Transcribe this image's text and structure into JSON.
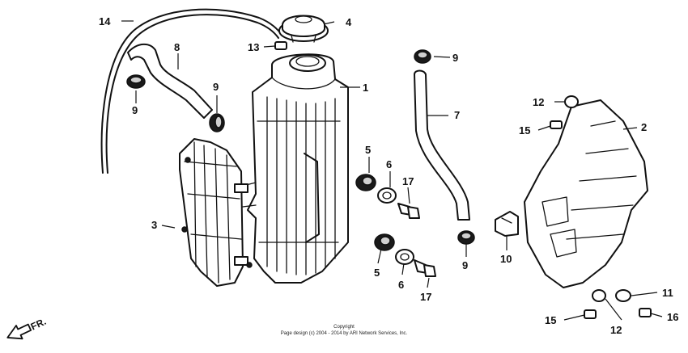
{
  "diagram": {
    "callouts": {
      "c1": "1",
      "c2": "2",
      "c3": "3",
      "c4": "4",
      "c5a": "5",
      "c5b": "5",
      "c6a": "6",
      "c6b": "6",
      "c7": "7",
      "c8": "8",
      "c9a": "9",
      "c9b": "9",
      "c9c": "9",
      "c9d": "9",
      "c10": "10",
      "c11": "11",
      "c12a": "12",
      "c12b": "12",
      "c13": "13",
      "c14": "14",
      "c15a": "15",
      "c15b": "15",
      "c16": "16",
      "c17a": "17",
      "c17b": "17"
    },
    "direction_label": "FR.",
    "copyright_line1": "Copyright",
    "copyright_line2": "Page design (c) 2004 - 2014 by ARI Network Services, Inc."
  }
}
